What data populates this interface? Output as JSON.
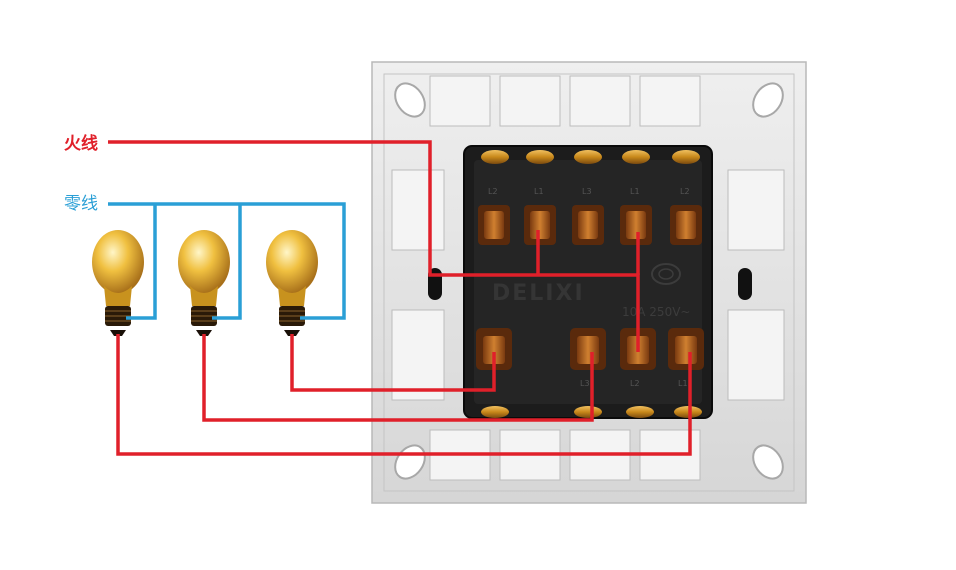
{
  "labels": {
    "live": "火线",
    "neutral": "零线"
  },
  "switch": {
    "brand": "DELIXI",
    "rating": "10A 250V~",
    "top_terminal_marks": [
      "L2",
      "L1",
      "L3",
      "L1",
      "L2"
    ],
    "bottom_terminal_marks": [
      "L3",
      "L2",
      "L1"
    ]
  },
  "colors": {
    "live_wire": "#e0202a",
    "neutral_wire": "#2a9fd6",
    "plate": "#e4e4e4",
    "switch_body": "#1c1c1c",
    "brass": "#c8901c"
  },
  "icons": [
    "bulb-icon",
    "bulb-icon",
    "bulb-icon"
  ]
}
